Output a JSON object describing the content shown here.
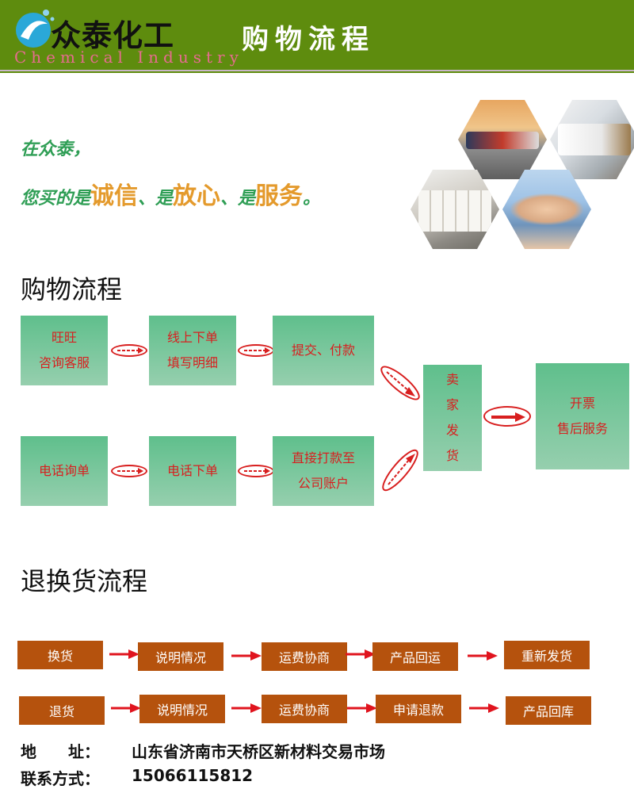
{
  "header": {
    "brand": "众泰化工",
    "brand_en": "Chemical Industry",
    "title": "购物流程"
  },
  "slogan": {
    "line1": "在众泰，",
    "line2_parts": [
      "您买的是",
      "诚信",
      "、是",
      "放心",
      "、是",
      "服务",
      "。"
    ]
  },
  "images": [
    "trucks-photo",
    "warehouse-photo",
    "sacks-photo",
    "handshake-photo"
  ],
  "shopping": {
    "title": "购物流程",
    "online_row": {
      "step1": [
        "旺旺",
        "咨询客服"
      ],
      "step2": [
        "线上下单",
        "填写明细"
      ],
      "step3": "提交、付款"
    },
    "phone_row": {
      "step1": "电话询单",
      "step2": "电话下单",
      "step3": [
        "直接打款至",
        "公司账户"
      ]
    },
    "seller": [
      "卖",
      "家",
      "发",
      "货"
    ],
    "final": [
      "开票",
      "售后服务"
    ]
  },
  "returns": {
    "title": "退换货流程",
    "exchange_row": [
      "换货",
      "说明情况",
      "运费协商",
      "产品回运",
      "重新发货"
    ],
    "refund_row": [
      "退货",
      "说明情况",
      "运费协商",
      "申请退款",
      "产品回库"
    ]
  },
  "contact": {
    "address_label": "地　　址：",
    "address": "山东省济南市天桥区新材料交易市场",
    "phone_label": "联系方式：",
    "phone": "15066115812"
  },
  "colors": {
    "header_green": "#5e8c0e",
    "box_green": "#5fbf8c",
    "flow_text_red": "#d81f1f",
    "return_box_brown": "#b5520d",
    "slogan_green": "#2f9e55",
    "slogan_orange": "#e49a2c"
  }
}
